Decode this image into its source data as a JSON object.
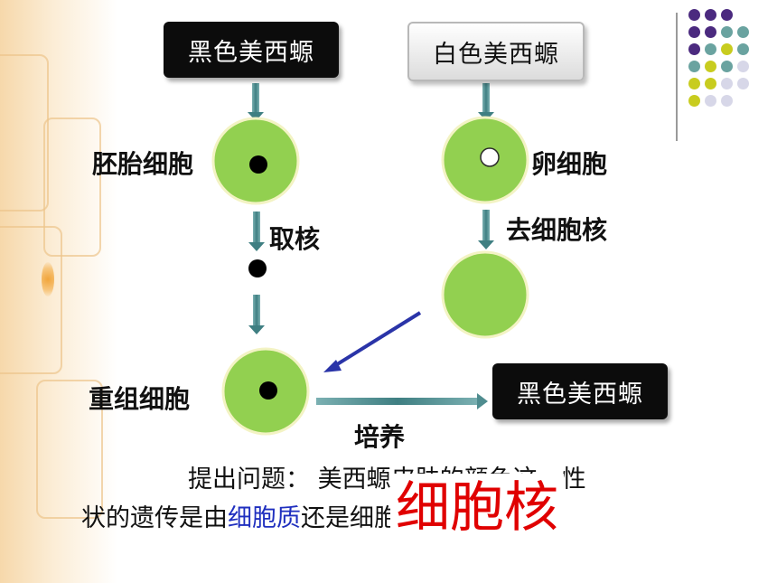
{
  "organisms": {
    "black_salamander": "黑色美西螈",
    "white_salamander": "白色美西螈",
    "result_salamander": "黑色美西螈"
  },
  "labels": {
    "embryo_cell": "胚胎细胞",
    "egg_cell": "卵细胞",
    "take_nucleus": "取核",
    "remove_nucleus": "去细胞核",
    "recombined_cell": "重组细胞",
    "culture": "培养"
  },
  "question": {
    "line1": "提出问题：  美西螈皮肤的颜色这一性",
    "line2_prefix": "状的遗传是由",
    "line2_highlight": "细胞质",
    "line2_suffix": "还是细胞核控制的呢？",
    "overlay_answer": "细胞核"
  },
  "colors": {
    "cell_fill": "#92d050",
    "cell_border": "#f5f5c8",
    "arrow_teal": "#4f8c8f",
    "arrow_blue": "#2a34a8",
    "answer_red": "#e00000",
    "highlight_blue": "#1f2fbf"
  },
  "decor": {
    "dot_colors": [
      "#4b2a7f",
      "#6aa3a0",
      "#c8cc1f",
      "#d7d7e8"
    ]
  }
}
